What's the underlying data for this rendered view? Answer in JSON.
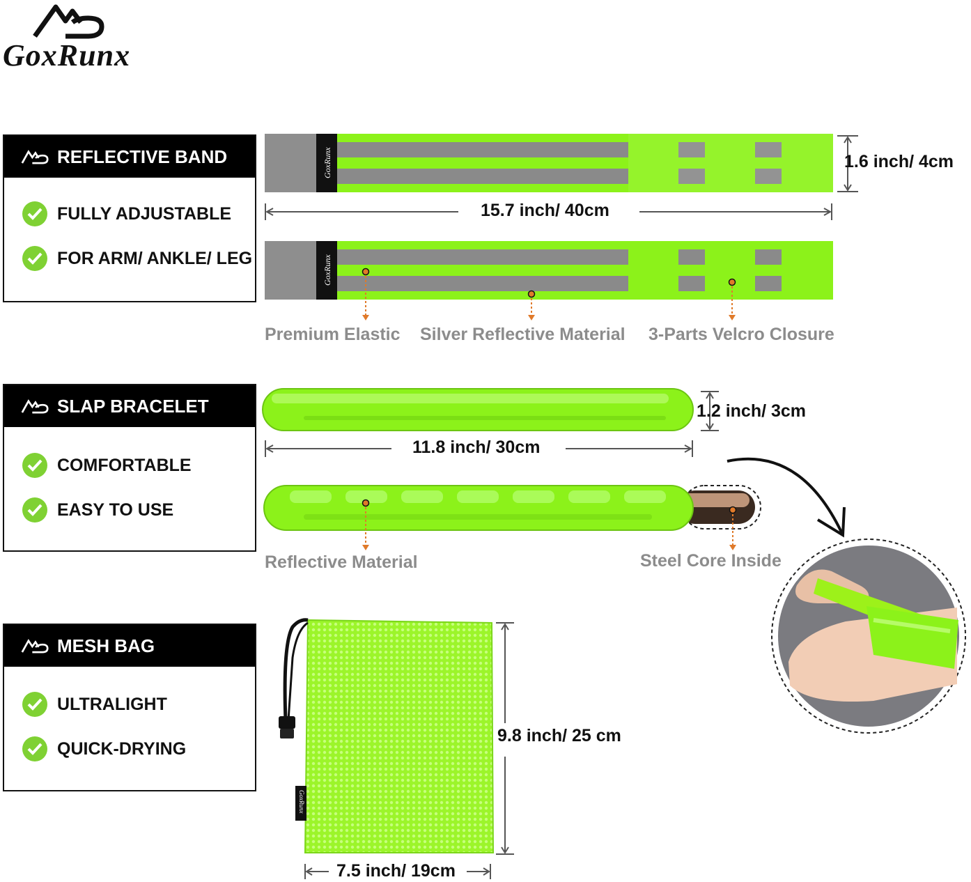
{
  "brand": {
    "name": "GoxRunx"
  },
  "colors": {
    "neon": "#8cf21a",
    "reflective": "#8a8a8a",
    "callout": "#8c8c8c",
    "accent_arrow": "#e07a2a",
    "check": "#7fd133"
  },
  "sections": [
    {
      "title": "REFLECTIVE BAND",
      "features": [
        "FULLY ADJUSTABLE",
        "FOR ARM/ ANKLE/ LEG"
      ]
    },
    {
      "title": "SLAP BRACELET",
      "features": [
        "COMFORTABLE",
        "EASY TO USE"
      ]
    },
    {
      "title": "MESH BAG",
      "features": [
        "ULTRALIGHT",
        "QUICK-DRYING"
      ]
    }
  ],
  "band": {
    "height_label": "1.6 inch/ 4cm",
    "length_label": "15.7 inch/ 40cm",
    "callouts": [
      "Premium Elastic",
      "Silver Reflective Material",
      "3-Parts Velcro Closure"
    ]
  },
  "slap": {
    "height_label": "1.2 inch/ 3cm",
    "length_label": "11.8 inch/ 30cm",
    "callouts": [
      "Reflective Material",
      "Steel Core Inside"
    ]
  },
  "bag": {
    "height_label": "9.8 inch/ 25 cm",
    "width_label": "7.5 inch/ 19cm"
  },
  "icons": [
    "brand-logo-icon",
    "check-icon",
    "arrow-icon"
  ]
}
